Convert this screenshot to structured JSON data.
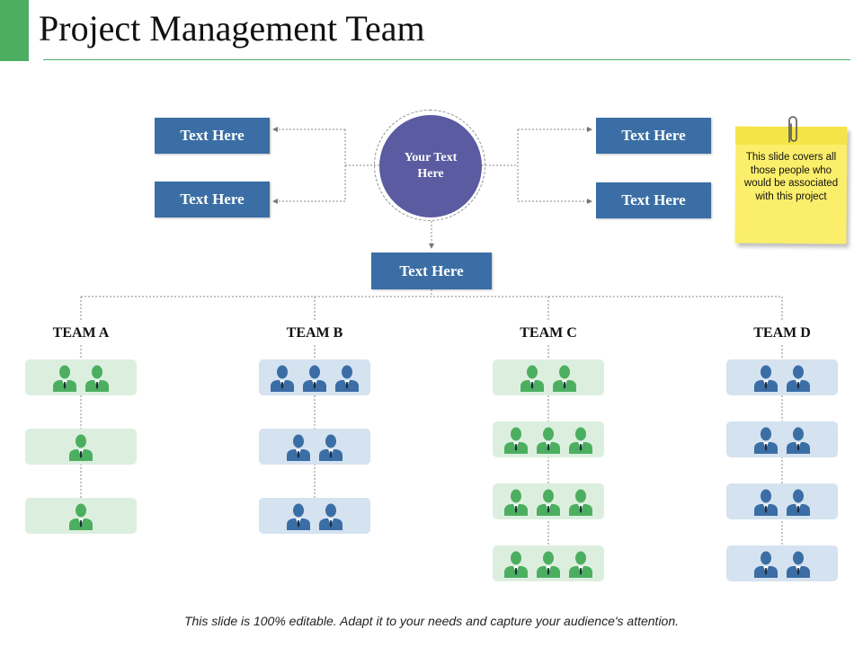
{
  "slide": {
    "title": "Project Management Team",
    "footer": "This slide is 100% editable.  Adapt it to your needs and capture your audience's attention.",
    "accent_color": "#4cae61",
    "box_color": "#3a6ea5",
    "circle_color": "#5a5ba0"
  },
  "hub": {
    "center_label": "Your Text Here",
    "left_boxes": [
      "Text Here",
      "Text Here"
    ],
    "right_boxes": [
      "Text Here",
      "Text Here"
    ],
    "bottom_box": "Text Here"
  },
  "note": {
    "text": "This slide covers all those people who would be associated with this project"
  },
  "teams": [
    {
      "name": "TEAM A",
      "color": "green",
      "groups": [
        2,
        1,
        1
      ]
    },
    {
      "name": "TEAM B",
      "color": "blue",
      "groups": [
        3,
        2,
        2
      ]
    },
    {
      "name": "TEAM C",
      "color": "green",
      "groups": [
        2,
        3,
        3,
        3
      ]
    },
    {
      "name": "TEAM D",
      "color": "blue",
      "groups": [
        2,
        2,
        2,
        2
      ]
    }
  ]
}
